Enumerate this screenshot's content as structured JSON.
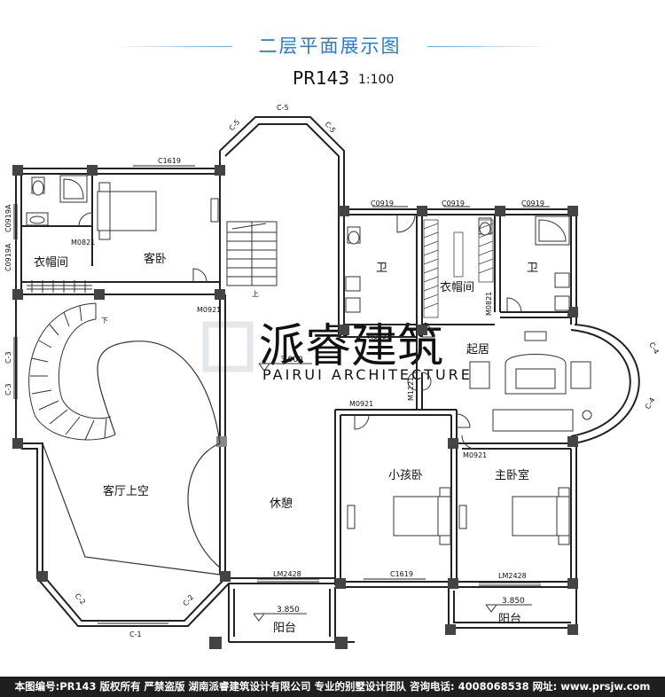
{
  "header": {
    "title": "二层平面展示图",
    "code": "PR143",
    "scale": "1:100"
  },
  "rooms": {
    "guest_bedroom": "客卧",
    "closet_left": "衣帽间",
    "bath_1": "卫",
    "closet_center": "衣帽间",
    "bath_2": "卫",
    "living": "起居",
    "void": "客厅上空",
    "rest": "休憩",
    "kids_room": "小孩卧",
    "master": "主卧室",
    "balcony_left": "阳台",
    "balcony_right": "阳台"
  },
  "tags": {
    "c5_top": "C-5",
    "c5_left": "C-5",
    "c5_right": "C-5",
    "c1619_top": "C1619",
    "c0919_1": "C0919",
    "c0919_2": "C0919",
    "c0919_3": "C0919",
    "c0919a_1": "C0919A",
    "c0919a_2": "C0919A",
    "m0821_left": "M0821",
    "m0921_top": "M0921",
    "m0821_center": "M0821",
    "m0821_right": "M0821",
    "m1221": "M1221",
    "m0921_kids": "M0921",
    "m0921_master": "M0921",
    "c3_a": "C-3",
    "c3_b": "C-3",
    "c4_a": "C-4",
    "c4_b": "C-4",
    "c2_left": "C-2",
    "c2_right": "C-2",
    "c1": "C-1",
    "lm2428_left": "LM2428",
    "c1619_bottom": "C1619",
    "lm2428_right": "LM2428",
    "stair_up": "上",
    "stair_down": "下"
  },
  "levels": {
    "upper": "3.900",
    "balcony_left": "3.850",
    "balcony_right": "3.850"
  },
  "watermark": {
    "main": "派睿建筑",
    "sub": "PAIRUI ARCHITECTURE"
  },
  "footer": {
    "text": "本图编号:PR143 版权所有 严禁盗版 湖南派睿建筑设计有限公司 专业的别墅设计团队 咨询电话: 4008068538 网址: www.prsjw.com"
  }
}
